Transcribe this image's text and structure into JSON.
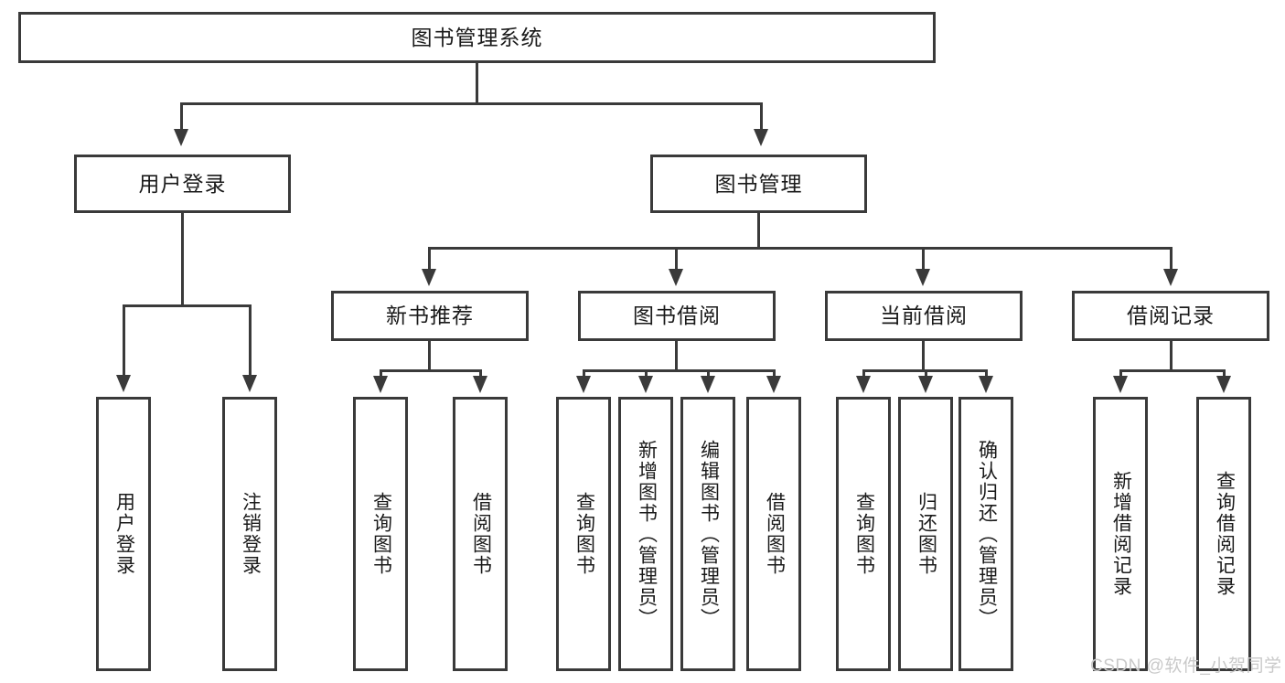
{
  "diagram": {
    "title": "图书管理系统",
    "type": "tree-hierarchy-diagram",
    "colors": {
      "stroke": "#3a3a3a",
      "fill": "#ffffff",
      "text": "#1a1a1a",
      "watermark": "#c9c9c9"
    },
    "root": {
      "label": "图书管理系统"
    },
    "level2": [
      {
        "label": "用户登录"
      },
      {
        "label": "图书管理"
      }
    ],
    "level3": [
      {
        "label": "新书推荐"
      },
      {
        "label": "图书借阅"
      },
      {
        "label": "当前借阅"
      },
      {
        "label": "借阅记录"
      }
    ],
    "leaves": {
      "user_login": [
        {
          "label": "用户登录"
        },
        {
          "label": "注销登录"
        }
      ],
      "new_book_recommend": [
        {
          "label": "查询图书"
        },
        {
          "label": "借阅图书"
        }
      ],
      "book_borrow": [
        {
          "label": "查询图书"
        },
        {
          "label": "新增图书（管理员）"
        },
        {
          "label": "编辑图书（管理员）"
        },
        {
          "label": "借阅图书"
        }
      ],
      "current_borrow": [
        {
          "label": "查询图书"
        },
        {
          "label": "归还图书"
        },
        {
          "label": "确认归还（管理员）"
        }
      ],
      "borrow_record": [
        {
          "label": "新增借阅记录"
        },
        {
          "label": "查询借阅记录"
        }
      ]
    }
  },
  "watermark": {
    "text": "CSDN @软件_小贺同学"
  }
}
